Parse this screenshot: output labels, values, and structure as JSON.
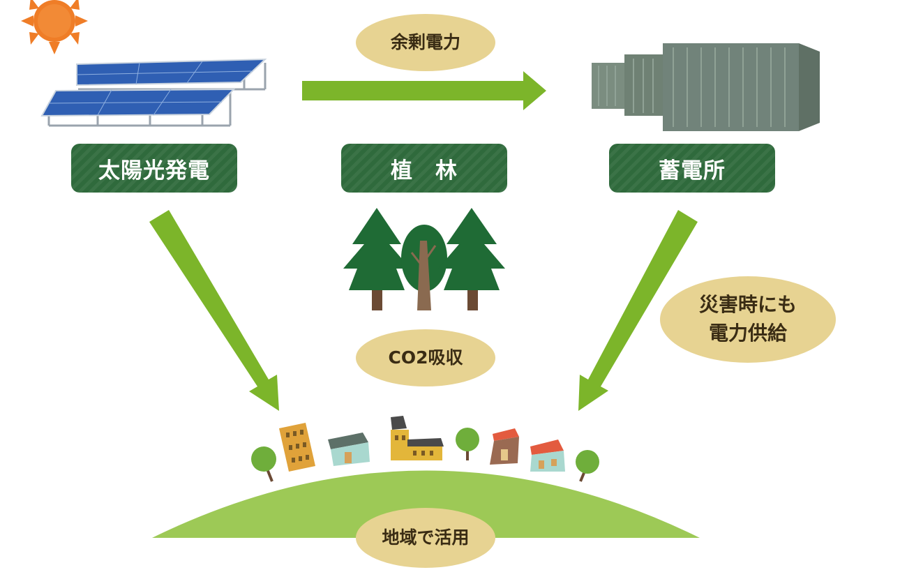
{
  "nodes": {
    "solar": {
      "label": "太陽光発電"
    },
    "forest": {
      "label": "植　林"
    },
    "storage": {
      "label": "蓄電所"
    }
  },
  "badges": {
    "surplus": "余剰電力",
    "co2": "CO2吸収",
    "disaster_line1": "災害時にも",
    "disaster_line2": "電力供給",
    "local": "地域で活用"
  },
  "colors": {
    "label_green": "#2f6a3c",
    "arrow_green": "#7cb52a",
    "badge_tan": "#e7d392",
    "hill_green": "#9dc956",
    "sun_orange": "#ef7d27",
    "panel_blue": "#2f5fb3",
    "container_gray": "#6f8174",
    "tree_dark": "#1f6b35"
  },
  "icons": [
    "sun-icon",
    "solar-panel-icon",
    "container-icon",
    "tree-icon",
    "house-icon",
    "arrow-icon"
  ]
}
